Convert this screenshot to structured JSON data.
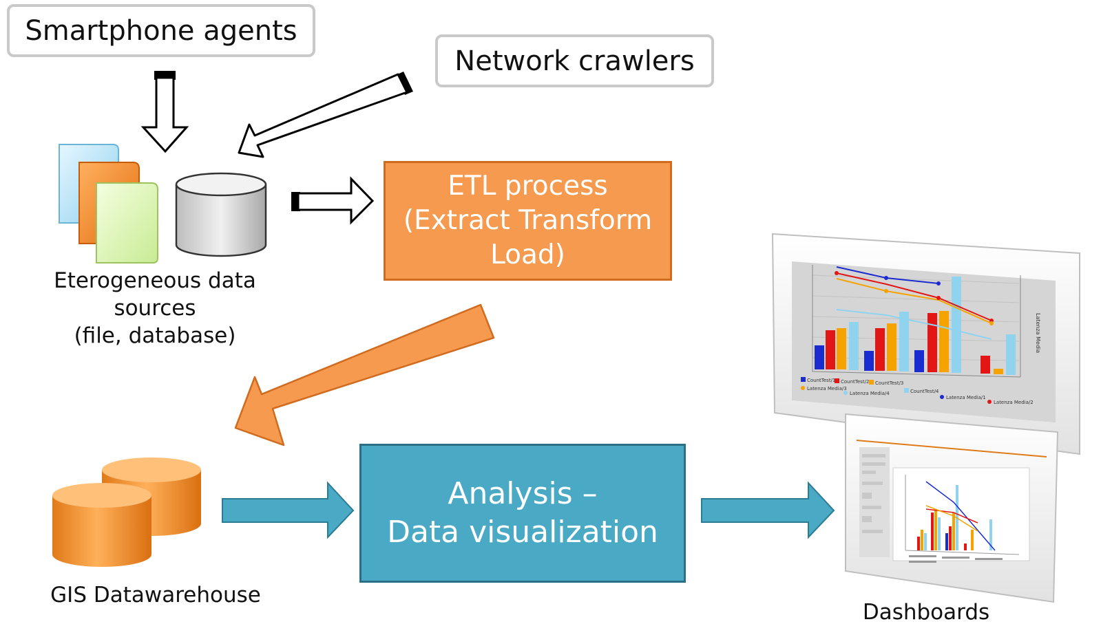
{
  "nodes": {
    "smartphone_agents": "Smartphone agents",
    "network_crawlers": "Network crawlers",
    "etl": {
      "line1": "ETL process",
      "line2": "(Extract Transform",
      "line3": "Load)"
    },
    "analysis": {
      "line1": "Analysis –",
      "line2": "Data visualization"
    }
  },
  "captions": {
    "sources": {
      "line1": "Eterogeneous data",
      "line2": "sources",
      "line3": "(file, database)"
    },
    "gis": "GIS Datawarehouse",
    "dashboards": "Dashboards"
  },
  "colors": {
    "etl_fill": "#f59a4e",
    "analysis_fill": "#4aa9c4",
    "orange_arrow": "#f59a4e",
    "teal_arrow": "#4aa9c4"
  },
  "icons": [
    "document-stack-icon",
    "database-cylinder-icon",
    "gis-database-icon",
    "dashboard-screenshot-icon"
  ],
  "dashboard_legend": {
    "series": [
      "CountTest/1",
      "CountTest/2",
      "CountTest/3",
      "CountTest/4",
      "Latenza Media/1",
      "Latenza Media/2",
      "Latenza Media/3",
      "Latenza Media/4"
    ],
    "right_axis_label": "Latenza Media"
  }
}
